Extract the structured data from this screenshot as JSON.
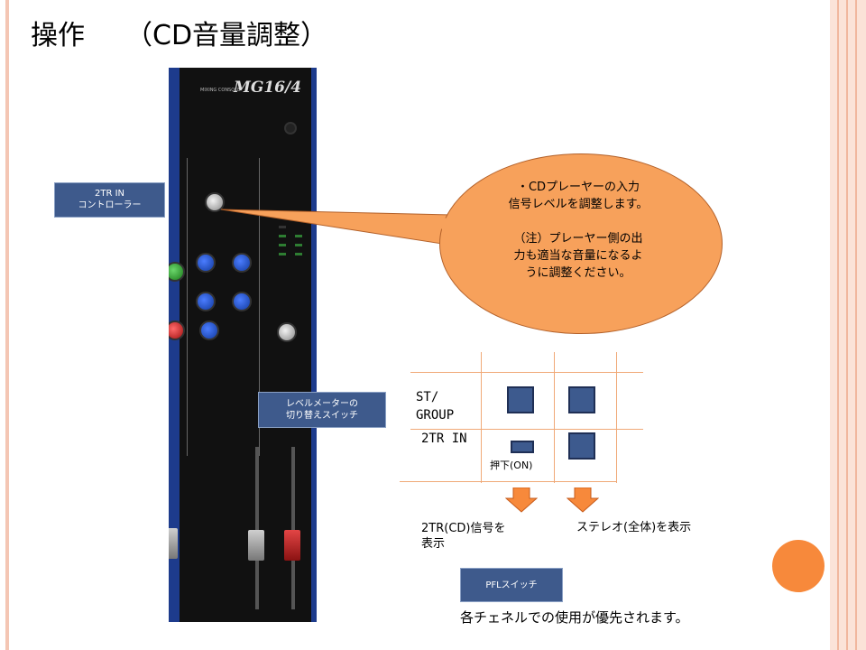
{
  "slide": {
    "title": "操作　　（CD音量調整）"
  },
  "mixer": {
    "model": "MG16/4",
    "sub_label": "MIXING CONSOLE"
  },
  "callouts": {
    "tr_in": "2TR IN\nコントローラー",
    "level_switch": "レベルメーターの\n切り替えスイッチ",
    "pfl_switch": "PFLスイッチ"
  },
  "bubble": {
    "text": "・CDプレーヤーの入力\n信号レベルを調整します。\n\n（注）プレーヤー側の出\n力も適当な音量になるよ\nうに調整ください。"
  },
  "matrix": {
    "row1": "ST/\nGROUP",
    "row2": "2TR IN",
    "pressed": "押下(ON)"
  },
  "results": {
    "left": "2TR(CD)信号を\n表示",
    "right": "ステレオ(全体)を表示"
  },
  "footer_note": "各チェネルでの使用が優先されます。",
  "colors": {
    "accent": "#f7a15b",
    "box": "#3e5a8c"
  }
}
